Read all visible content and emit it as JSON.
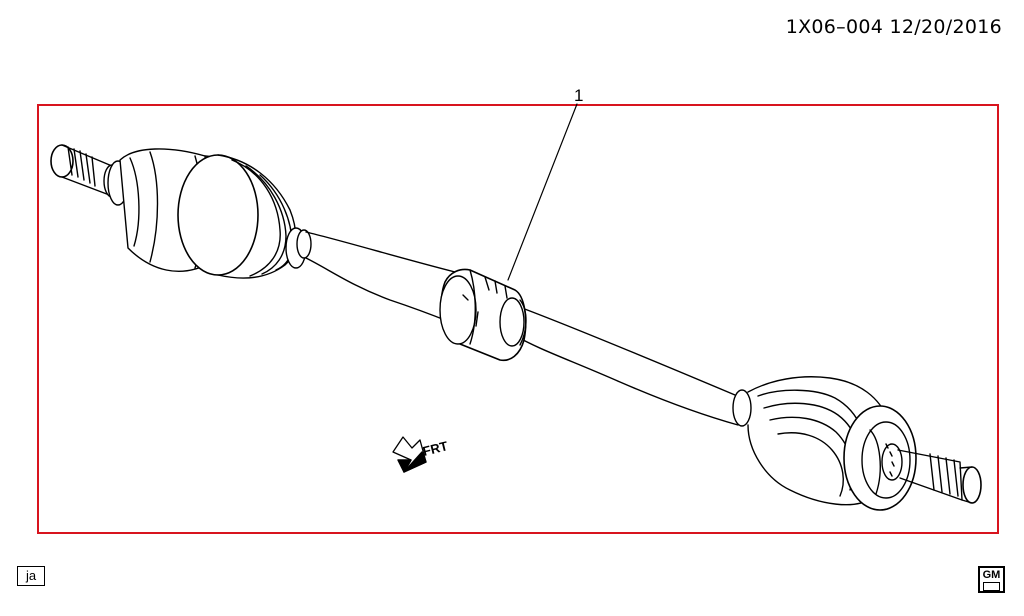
{
  "header": {
    "reference": "1X06–004  12/20/2016"
  },
  "callouts": [
    {
      "number": "1"
    }
  ],
  "direction_indicator": {
    "label": "FRT"
  },
  "footer": {
    "language_code": "ja",
    "logo_text": "GM"
  },
  "colors": {
    "frame": "#d8141e",
    "line": "#000000"
  }
}
